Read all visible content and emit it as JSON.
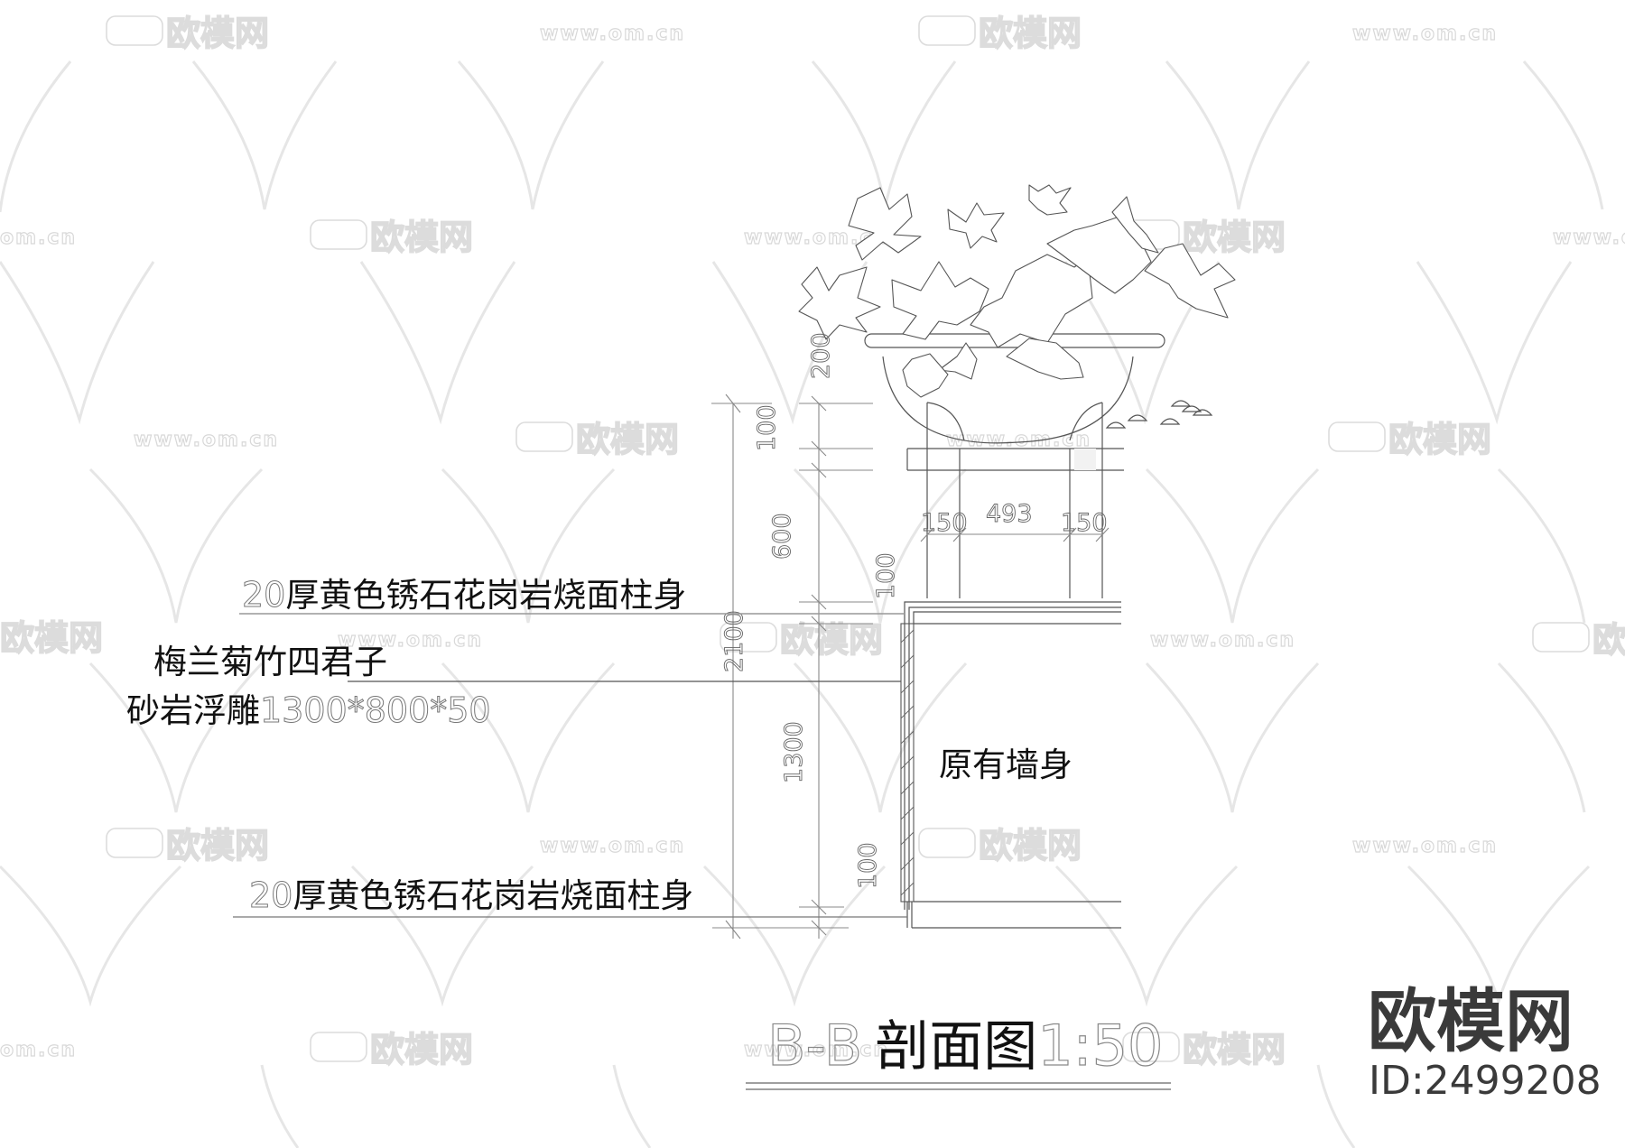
{
  "drawing": {
    "title_section": "B-B",
    "title_label": "剖面图",
    "title_scale": "1:50",
    "annotations": {
      "top_material": {
        "thickness": "20",
        "text": "厚黄色锈石花岗岩烧面柱身"
      },
      "relief_line1": "梅兰菊竹四君子",
      "relief_line2_text": "砂岩浮雕",
      "relief_line2_size": "1300*800*50",
      "wall_label": "原有墙身",
      "bottom_material": {
        "thickness": "20",
        "text": "厚黄色锈石花岗岩烧面柱身"
      }
    },
    "dimensions": {
      "pot_height": "200",
      "beam_height": "100",
      "pedestal_height": "600",
      "cap_height": "100",
      "overall_height": "2100",
      "relief_height": "1300",
      "base_height": "100",
      "leg_left": "150",
      "leg_gap": "493",
      "leg_right": "150"
    }
  },
  "watermark": {
    "brand": "欧模网",
    "url": "www.om.cn",
    "url_partial": "om.cn",
    "brand_partial": "欧模网"
  },
  "stamp": {
    "brand": "欧模网",
    "id": "ID:2499208"
  },
  "colors": {
    "background": "#ffffff",
    "line": "#555555",
    "text": "#111111",
    "watermark": "#dcdcdc",
    "stamp": "#3a3a3a"
  }
}
